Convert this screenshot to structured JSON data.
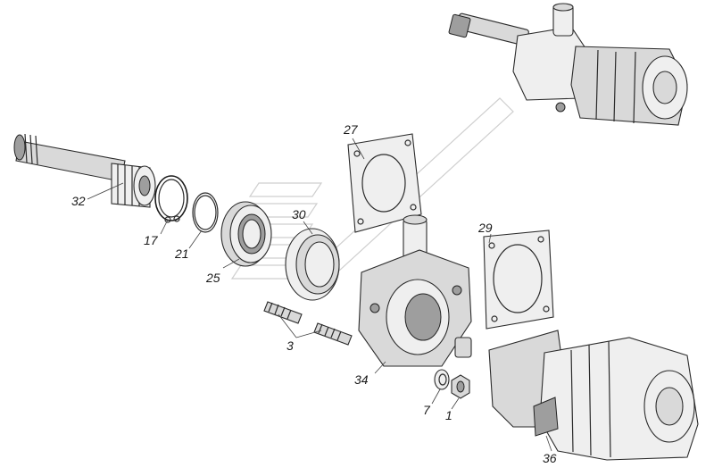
{
  "labels": {
    "l1": "1",
    "l3": "3",
    "l7": "7",
    "l17": "17",
    "l21": "21",
    "l25": "25",
    "l27": "27",
    "l29": "29",
    "l30": "30",
    "l32": "32",
    "l34": "34",
    "l36": "36"
  }
}
